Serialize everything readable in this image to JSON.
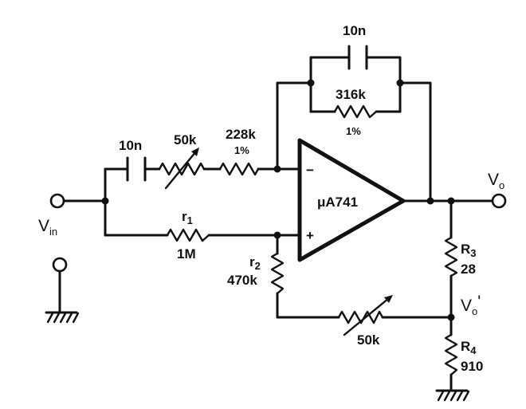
{
  "components": {
    "input_cap": {
      "value": "10n"
    },
    "pot_input": {
      "value": "50k"
    },
    "r_input": {
      "value": "228k",
      "tolerance": "1%"
    },
    "feedback_cap": {
      "value": "10n"
    },
    "feedback_res": {
      "value": "316k",
      "tolerance": "1%"
    },
    "opamp": {
      "label": "μA741",
      "inverting": "−",
      "noninverting": "+"
    },
    "r1": {
      "name": "r",
      "sub": "1",
      "value": "1M"
    },
    "r2": {
      "name": "r",
      "sub": "2",
      "value": "470k"
    },
    "pot_r2": {
      "value": "50k"
    },
    "r3": {
      "name": "R",
      "sub": "3",
      "value": "28"
    },
    "r4": {
      "name": "R",
      "sub": "4",
      "value": "910"
    }
  },
  "terminals": {
    "vin": {
      "main": "V",
      "sub": "in"
    },
    "vo": {
      "main": "V",
      "sub": "o"
    },
    "vo_prime": {
      "main": "V",
      "sub": "o",
      "prime": "'"
    }
  }
}
